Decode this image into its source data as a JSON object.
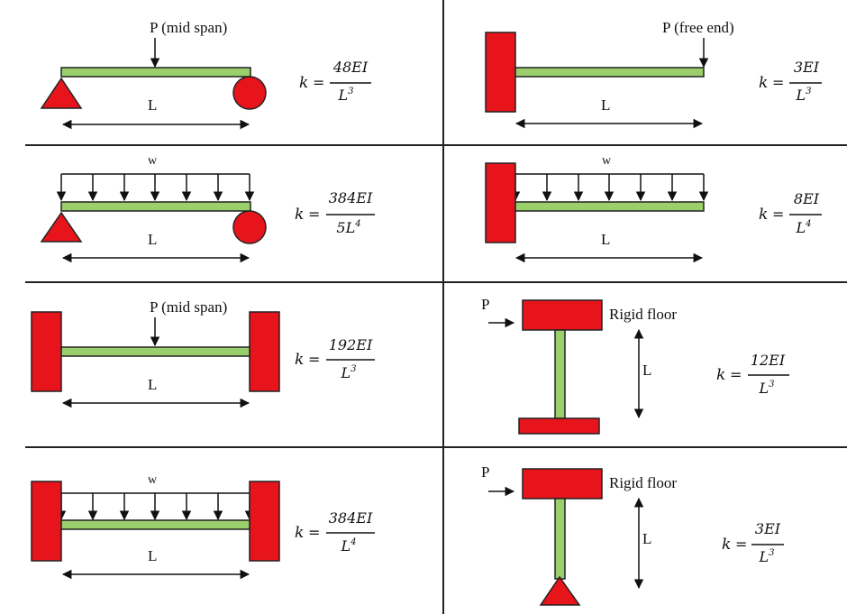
{
  "colors": {
    "support": "#e8141c",
    "beam": "#9bcf6b",
    "line": "#111111"
  },
  "cases": [
    {
      "load_label": "P (mid span)",
      "length_label": "L",
      "k": "k",
      "eq": "=",
      "num": "48EI",
      "den_base": "L",
      "den_exp": "3"
    },
    {
      "load_label": "P (free end)",
      "length_label": "L",
      "k": "k",
      "eq": "=",
      "num": "3EI",
      "den_base": "L",
      "den_exp": "3"
    },
    {
      "load_label": "w",
      "length_label": "L",
      "k": "k",
      "eq": "=",
      "num": "384EI",
      "den_base": "5L",
      "den_exp": "4"
    },
    {
      "load_label": "w",
      "length_label": "L",
      "k": "k",
      "eq": "=",
      "num": "8EI",
      "den_base": "L",
      "den_exp": "4"
    },
    {
      "load_label": "P (mid span)",
      "length_label": "L",
      "k": "k",
      "eq": "=",
      "num": "192EI",
      "den_base": "L",
      "den_exp": "3"
    },
    {
      "load_label": "P",
      "floor_label": "Rigid floor",
      "length_label": "L",
      "k": "k",
      "eq": "=",
      "num": "12EI",
      "den_base": "L",
      "den_exp": "3"
    },
    {
      "load_label": "w",
      "length_label": "L",
      "k": "k",
      "eq": "=",
      "num": "384EI",
      "den_base": "L",
      "den_exp": "4"
    },
    {
      "load_label": "P",
      "floor_label": "Rigid floor",
      "length_label": "L",
      "k": "k",
      "eq": "=",
      "num": "3EI",
      "den_base": "L",
      "den_exp": "3"
    }
  ]
}
